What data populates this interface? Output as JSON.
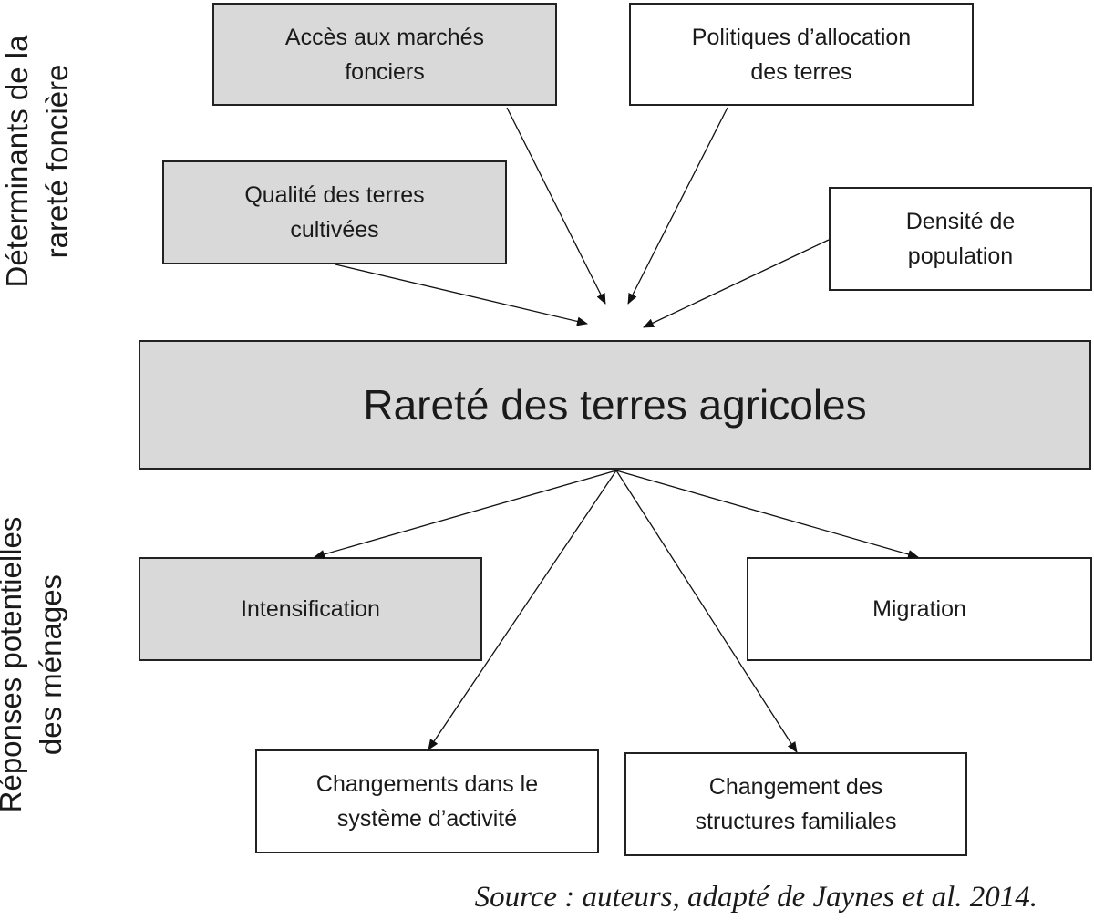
{
  "side_labels": {
    "determinants": "Déterminants de la\nrareté foncière",
    "responses": "Réponses potentielles\ndes ménages"
  },
  "center": {
    "label": "Rareté des terres agricoles",
    "fill": "#d9d9d9"
  },
  "determinants": [
    {
      "id": "acces-marches",
      "label": "Accès aux marchés\nfonciers",
      "fill": "#d9d9d9"
    },
    {
      "id": "politiques-allocation",
      "label": "Politiques d’allocation\ndes terres",
      "fill": "#ffffff"
    },
    {
      "id": "qualite-terres",
      "label": "Qualité des terres\ncultivées",
      "fill": "#d9d9d9"
    },
    {
      "id": "densite-population",
      "label": "Densité de\npopulation",
      "fill": "#ffffff"
    }
  ],
  "responses": [
    {
      "id": "intensification",
      "label": "Intensification",
      "fill": "#d9d9d9"
    },
    {
      "id": "migration",
      "label": "Migration",
      "fill": "#ffffff"
    },
    {
      "id": "changements-activite",
      "label": "Changements dans le\nsystème d’activité",
      "fill": "#ffffff"
    },
    {
      "id": "changement-structures",
      "label": "Changement des\nstructures familiales",
      "fill": "#ffffff"
    }
  ],
  "source": "Source : auteurs, adapté de Jaynes et al. 2014."
}
